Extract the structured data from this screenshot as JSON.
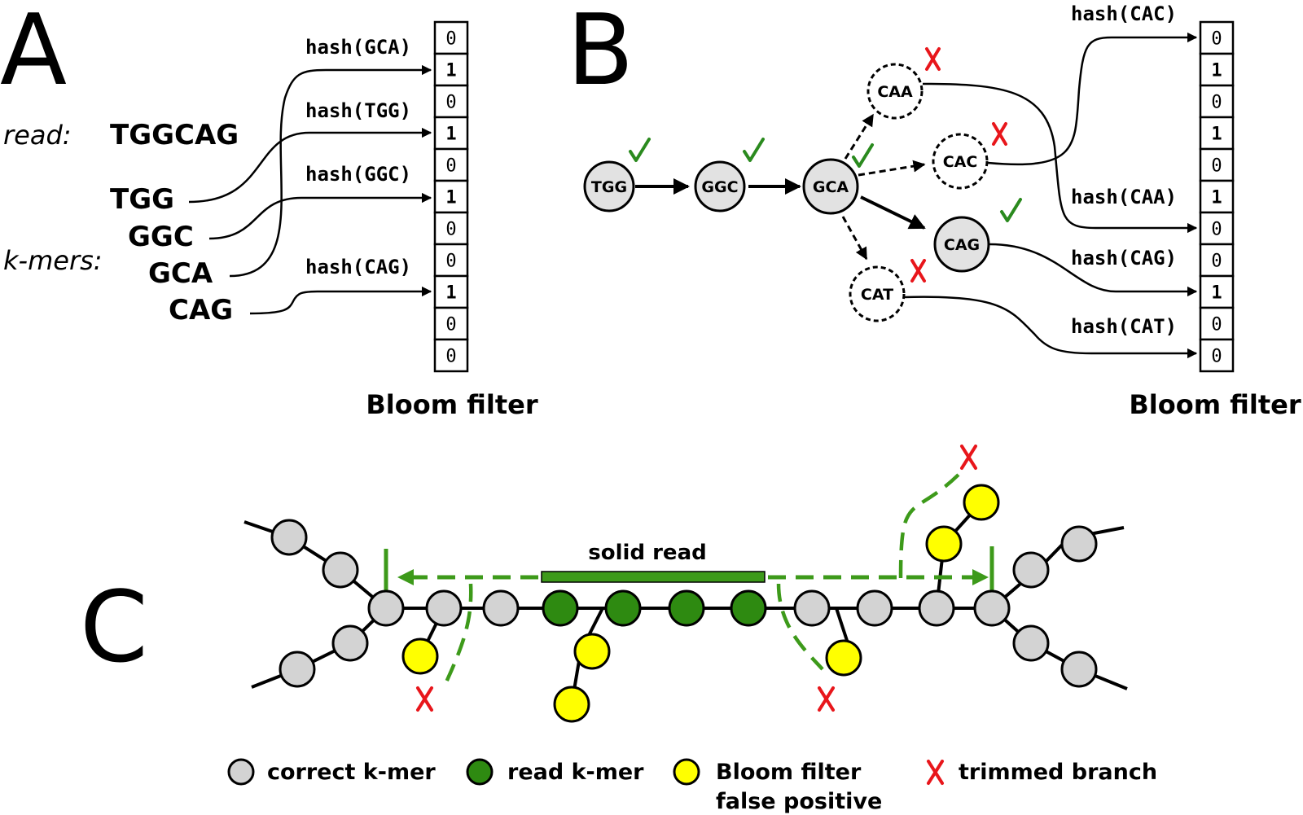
{
  "panel_a": {
    "letter": "A",
    "read_label": "read:",
    "read_seq": "TGGCAG",
    "kmers_label": "k-mers:",
    "kmers": [
      "TGG",
      "GGC",
      "GCA",
      "CAG"
    ],
    "hash_labels": [
      "hash(GCA)",
      "hash(TGG)",
      "hash(GGC)",
      "hash(CAG)"
    ],
    "bloom_bits": [
      "0",
      "1",
      "0",
      "1",
      "0",
      "1",
      "0",
      "0",
      "1",
      "0",
      "0"
    ],
    "bloom_title": "Bloom filter"
  },
  "panel_b": {
    "letter": "B",
    "nodes": {
      "tgg": "TGG",
      "ggc": "GGC",
      "gca": "GCA",
      "caa": "CAA",
      "cac": "CAC",
      "cag": "CAG",
      "cat": "CAT"
    },
    "hash_labels": [
      "hash(CAC)",
      "hash(CAA)",
      "hash(CAG)",
      "hash(CAT)"
    ],
    "bloom_bits": [
      "0",
      "1",
      "0",
      "1",
      "0",
      "1",
      "0",
      "0",
      "1",
      "0",
      "0"
    ],
    "bloom_title": "Bloom filter",
    "check_color": "#2a8a1e",
    "cross_color": "#e8161b"
  },
  "panel_c": {
    "letter": "C",
    "solid_read_label": "solid read",
    "path_color": "#3d9a1a",
    "legend": {
      "correct": "correct k-mer",
      "read": "read k-mer",
      "bloom_line1": "Bloom filter",
      "bloom_line2": "false positive",
      "trimmed": "trimmed branch"
    },
    "colors": {
      "correct_kmer": "#d3d3d3",
      "read_kmer": "#2e8a11",
      "false_positive": "#ffff00",
      "trimmed": "#e8161b"
    }
  }
}
